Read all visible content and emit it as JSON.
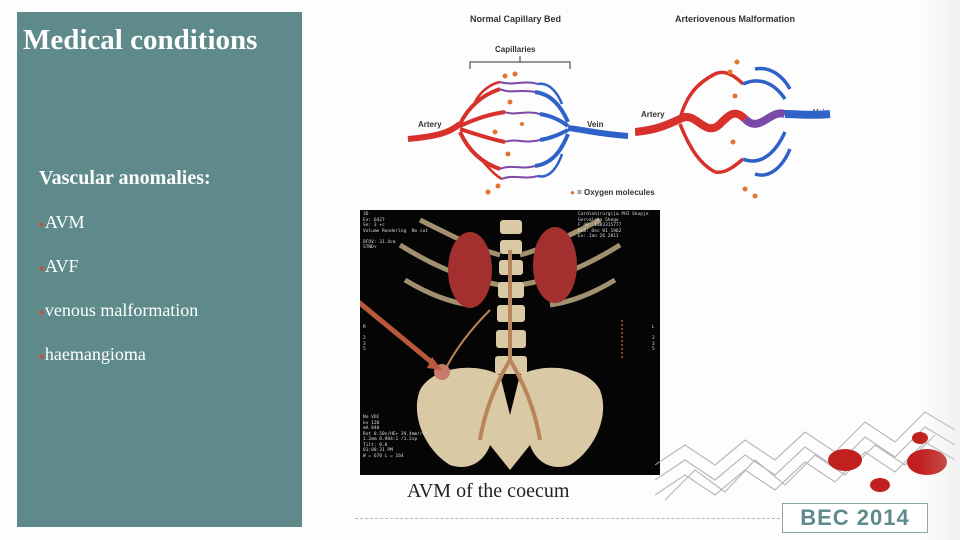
{
  "panel": {
    "title": "Medical conditions",
    "subheading": "Vascular  anomalies:",
    "items": [
      {
        "label": "AVM"
      },
      {
        "label": "AVF"
      },
      {
        "label": "venous malformation"
      },
      {
        "label": "haemangioma"
      }
    ]
  },
  "diagram": {
    "normal": {
      "title": "Normal Capillary Bed",
      "capillaries_label": "Capillaries",
      "artery_label": "Artery",
      "vein_label": "Vein"
    },
    "avm": {
      "title": "Arteriovenous Malformation",
      "artery_label": "Artery",
      "vein_label": "Vein"
    },
    "legend_label": "= Oxygen molecules",
    "colors": {
      "artery": "#d8302a",
      "vein": "#2f62c8",
      "capillary": "#7b4aa8",
      "oxygen": "#e2762e"
    }
  },
  "ct": {
    "header_left": "3D\nEx: 6427\nSe: 3 +c\nVolume Rendering  No cut\n\nDFOV: 31.4cm\nSTND+",
    "header_right": "Cardiohirurgija PHI Skopje\nGervalska Shego\nF 48  1083315777\nDoB: Dec 01 1962\nEx: Jan 26 2011",
    "footer_left": "No VOI\nkv 120\nmA 848\nRot 0.50s/HE+ 39.4mm/rot\n1.2mm 0.984:1 /1.2sp\nTilt: 0.0\n01:08:31 PM\nW = 670 L = 164",
    "side_left": "R\n\n2\n3\n5",
    "side_right": "L\n\n2\n3\n5",
    "caption": "AVM of the coecum"
  },
  "logo": {
    "text": "BEC 2014"
  },
  "theme": {
    "panel": "#5f8a8b",
    "bullet": "#b8583c"
  }
}
